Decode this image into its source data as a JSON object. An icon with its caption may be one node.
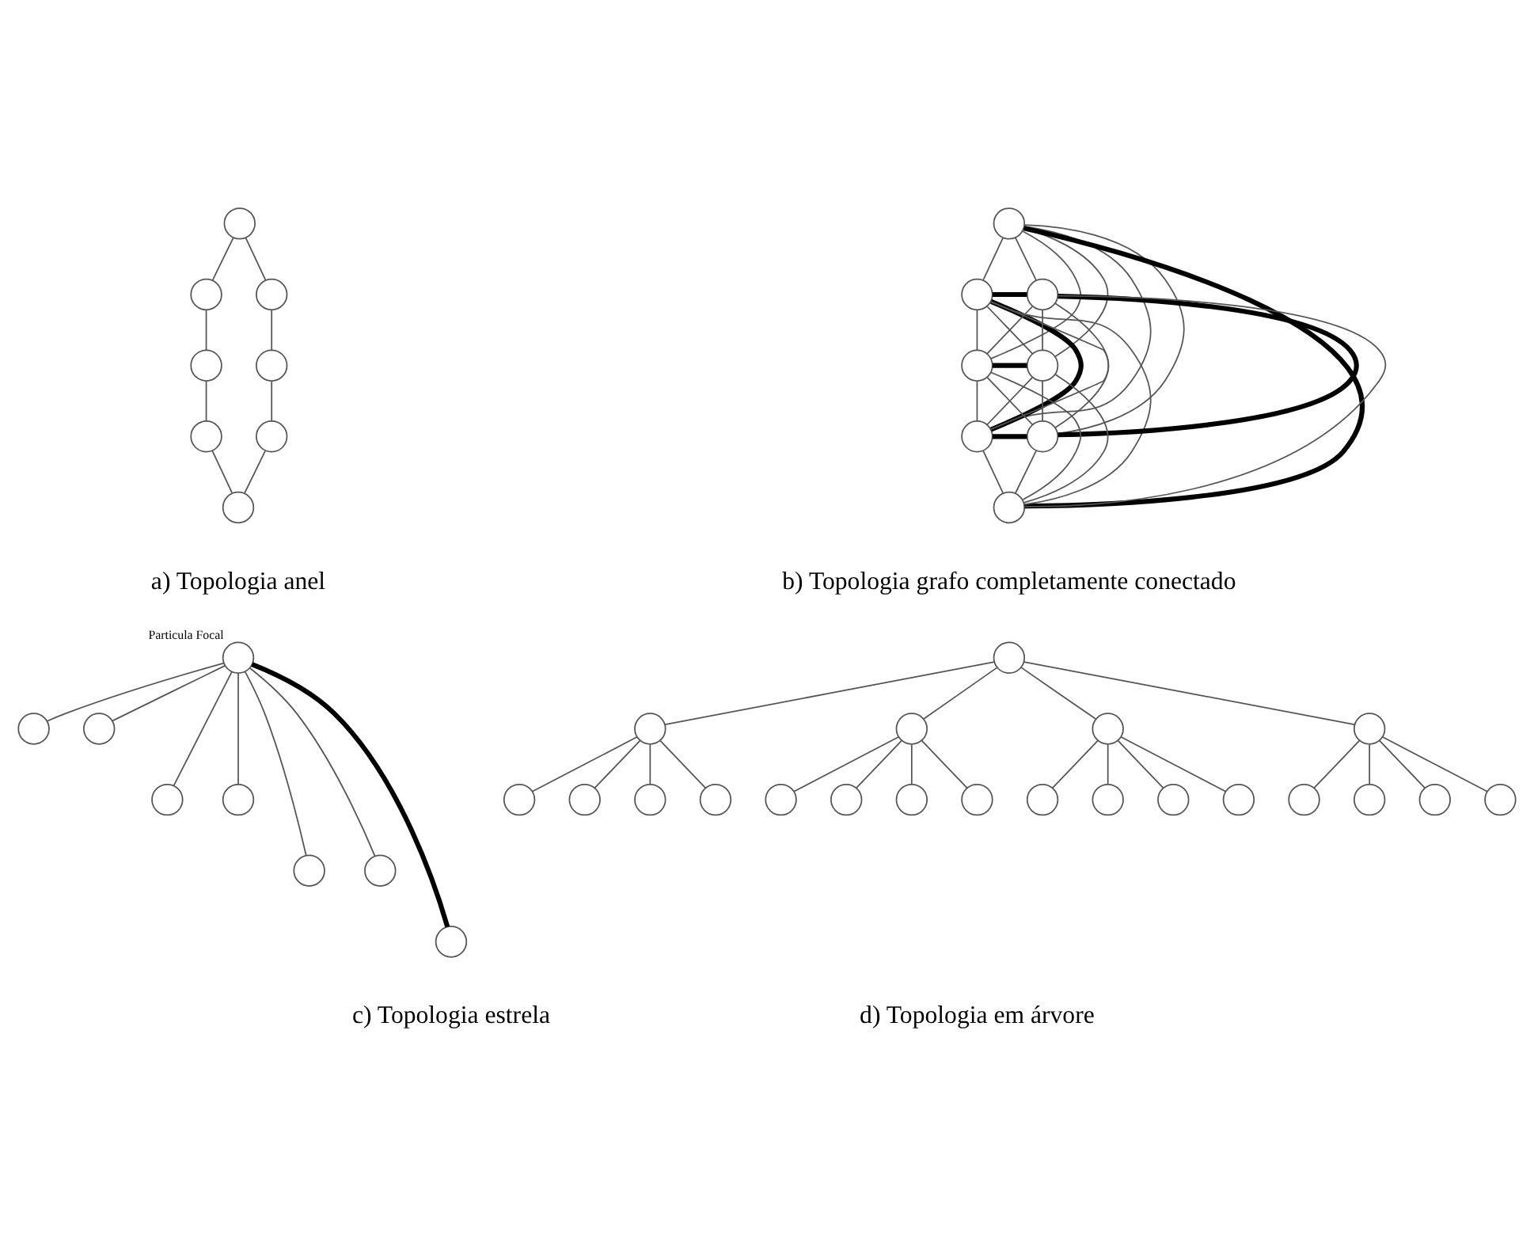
{
  "diagram": {
    "nodes": [
      {
        "text": [],
        "shape": "circle"
      },
      {
        "text": [],
        "shape": "circle"
      },
      {
        "text": [],
        "shape": "circle"
      },
      {
        "text": [],
        "shape": "circle"
      },
      {
        "text": [],
        "shape": "circle"
      },
      {
        "text": [],
        "shape": "circle"
      },
      {
        "text": [],
        "shape": "circle"
      },
      {
        "text": [],
        "shape": "circle"
      },
      {
        "text": [],
        "shape": "circle"
      },
      {
        "text": [],
        "shape": "circle"
      },
      {
        "text": [],
        "shape": "circle"
      },
      {
        "text": [],
        "shape": "circle"
      },
      {
        "text": [],
        "shape": "circle"
      },
      {
        "text": [],
        "shape": "circle"
      },
      {
        "text": [],
        "shape": "circle"
      },
      {
        "text": [],
        "shape": "circle"
      },
      {
        "text": [],
        "shape": "circle",
        "beside": [
          "Particula Focal"
        ]
      },
      {
        "text": [],
        "shape": "circle"
      },
      {
        "text": [],
        "shape": "circle"
      },
      {
        "text": [],
        "shape": "circle"
      },
      {
        "text": [],
        "shape": "circle"
      },
      {
        "text": [],
        "shape": "circle"
      },
      {
        "text": [],
        "shape": "circle"
      },
      {
        "text": [],
        "shape": "circle"
      },
      {
        "text": [],
        "shape": "circle"
      },
      {
        "text": [],
        "shape": "circle"
      },
      {
        "text": [],
        "shape": "circle"
      },
      {
        "text": [],
        "shape": "circle"
      },
      {
        "text": [],
        "shape": "circle"
      },
      {
        "text": [],
        "shape": "circle"
      },
      {
        "text": [],
        "shape": "circle"
      },
      {
        "text": [],
        "shape": "circle"
      },
      {
        "text": [],
        "shape": "circle"
      },
      {
        "text": [],
        "shape": "circle"
      },
      {
        "text": [],
        "shape": "circle"
      },
      {
        "text": [],
        "shape": "circle"
      },
      {
        "text": [],
        "shape": "circle"
      },
      {
        "text": [],
        "shape": "circle"
      },
      {
        "text": [],
        "shape": "circle"
      },
      {
        "text": [],
        "shape": "circle"
      },
      {
        "text": [],
        "shape": "circle"
      },
      {
        "text": [],
        "shape": "circle"
      },
      {
        "text": [],
        "shape": "circle"
      },
      {
        "text": [],
        "shape": "circle"
      },
      {
        "text": [],
        "shape": "circle"
      }
    ],
    "edges": [
      {
        "from": 0,
        "to": 1,
        "arrow": "none"
      },
      {
        "from": 0,
        "to": 2,
        "arrow": "none"
      },
      {
        "from": 1,
        "to": 3,
        "arrow": "none"
      },
      {
        "from": 2,
        "to": 4,
        "arrow": "none"
      },
      {
        "from": 3,
        "to": 5,
        "arrow": "none"
      },
      {
        "from": 4,
        "to": 6,
        "arrow": "none"
      },
      {
        "from": 5,
        "to": 7,
        "arrow": "none"
      },
      {
        "from": 6,
        "to": 7,
        "arrow": "none"
      },
      {
        "from": 8,
        "to": 9,
        "arrow": "none"
      },
      {
        "from": 8,
        "to": 10,
        "arrow": "none"
      },
      {
        "from": 8,
        "to": 11,
        "arrow": "none"
      },
      {
        "from": 8,
        "to": 12,
        "arrow": "none"
      },
      {
        "from": 8,
        "to": 13,
        "arrow": "none"
      },
      {
        "from": 8,
        "to": 14,
        "arrow": "none"
      },
      {
        "from": 8,
        "to": 15,
        "arrow": "none",
        "style": "thick"
      },
      {
        "from": 9,
        "to": 10,
        "arrow": "none",
        "style": "thick"
      },
      {
        "from": 9,
        "to": 11,
        "arrow": "none"
      },
      {
        "from": 9,
        "to": 12,
        "arrow": "none"
      },
      {
        "from": 9,
        "to": 13,
        "arrow": "none",
        "style": "thick"
      },
      {
        "from": 9,
        "to": 14,
        "arrow": "none"
      },
      {
        "from": 9,
        "to": 15,
        "arrow": "none"
      },
      {
        "from": 10,
        "to": 11,
        "arrow": "none"
      },
      {
        "from": 10,
        "to": 12,
        "arrow": "none"
      },
      {
        "from": 10,
        "to": 13,
        "arrow": "none"
      },
      {
        "from": 10,
        "to": 14,
        "arrow": "none",
        "style": "thick"
      },
      {
        "from": 10,
        "to": 15,
        "arrow": "none"
      },
      {
        "from": 11,
        "to": 12,
        "arrow": "none",
        "style": "thick"
      },
      {
        "from": 11,
        "to": 13,
        "arrow": "none"
      },
      {
        "from": 11,
        "to": 14,
        "arrow": "none"
      },
      {
        "from": 11,
        "to": 15,
        "arrow": "none"
      },
      {
        "from": 12,
        "to": 13,
        "arrow": "none"
      },
      {
        "from": 12,
        "to": 14,
        "arrow": "none"
      },
      {
        "from": 12,
        "to": 15,
        "arrow": "none"
      },
      {
        "from": 13,
        "to": 14,
        "arrow": "none",
        "style": "thick"
      },
      {
        "from": 13,
        "to": 15,
        "arrow": "none"
      },
      {
        "from": 14,
        "to": 15,
        "arrow": "none"
      },
      {
        "from": 16,
        "to": 17,
        "arrow": "none"
      },
      {
        "from": 16,
        "to": 18,
        "arrow": "none"
      },
      {
        "from": 16,
        "to": 19,
        "arrow": "none"
      },
      {
        "from": 16,
        "to": 20,
        "arrow": "none"
      },
      {
        "from": 16,
        "to": 21,
        "arrow": "none"
      },
      {
        "from": 16,
        "to": 22,
        "arrow": "none"
      },
      {
        "from": 16,
        "to": 23,
        "arrow": "none",
        "style": "thick"
      },
      {
        "from": 24,
        "to": 25,
        "arrow": "none"
      },
      {
        "from": 24,
        "to": 26,
        "arrow": "none"
      },
      {
        "from": 24,
        "to": 27,
        "arrow": "none"
      },
      {
        "from": 24,
        "to": 28,
        "arrow": "none"
      },
      {
        "from": 25,
        "to": 29,
        "arrow": "none"
      },
      {
        "from": 25,
        "to": 30,
        "arrow": "none"
      },
      {
        "from": 25,
        "to": 31,
        "arrow": "none"
      },
      {
        "from": 25,
        "to": 32,
        "arrow": "none"
      },
      {
        "from": 26,
        "to": 33,
        "arrow": "none"
      },
      {
        "from": 26,
        "to": 34,
        "arrow": "none"
      },
      {
        "from": 26,
        "to": 35,
        "arrow": "none"
      },
      {
        "from": 26,
        "to": 36,
        "arrow": "none"
      },
      {
        "from": 27,
        "to": 37,
        "arrow": "none"
      },
      {
        "from": 27,
        "to": 38,
        "arrow": "none"
      },
      {
        "from": 27,
        "to": 39,
        "arrow": "none"
      },
      {
        "from": 27,
        "to": 40,
        "arrow": "none"
      },
      {
        "from": 28,
        "to": 41,
        "arrow": "none"
      },
      {
        "from": 28,
        "to": 42,
        "arrow": "none"
      },
      {
        "from": 28,
        "to": 43,
        "arrow": "none"
      },
      {
        "from": 28,
        "to": 44,
        "arrow": "none"
      }
    ],
    "labels": [
      "a) Topologia anel",
      "b) Topologia grafo completamente conectado",
      "c) Topologia estrela",
      "d) Topologia em árvore"
    ]
  }
}
